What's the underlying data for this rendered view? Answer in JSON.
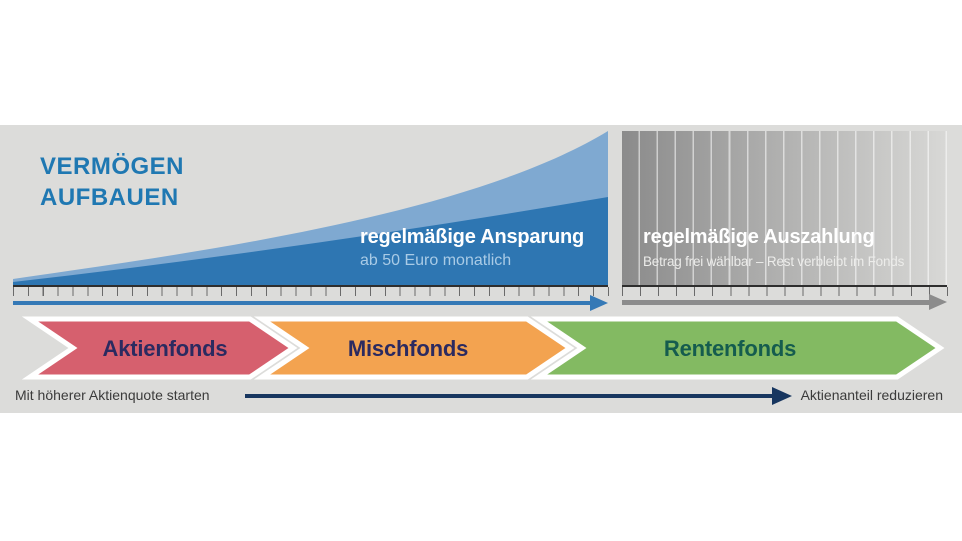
{
  "header": {
    "title_line1": "VERMÖGEN",
    "title_line2": "AUFBAUEN"
  },
  "savings_phase": {
    "label": "regelmäßige Ansparung",
    "sublabel": "ab 50 Euro monatlich"
  },
  "payout_phase": {
    "label": "regelmäßige Auszahlung",
    "sublabel": "Betrag frei wählbar – Rest verbleibt im Fonds"
  },
  "funds": [
    {
      "label": "Aktienfonds",
      "color": "#d6606e"
    },
    {
      "label": "Mischfonds",
      "color": "#f3a350"
    },
    {
      "label": "Rentenfonds",
      "color": "#83ba62"
    }
  ],
  "footer": {
    "left_label": "Mit höherer Aktienquote starten",
    "right_label": "Aktienanteil reduzieren"
  },
  "colors": {
    "panel_background": "#dcdcda",
    "title_blue": "#1f78b2",
    "curve_light_blue": "#7fa9d1",
    "curve_dark_blue": "#2e76b2",
    "savings_sublabel_blue": "#a9cbe6",
    "payout_gradient_start": "#8b8b8b",
    "payout_gradient_end": "#d8d8d6",
    "axis_line": "#2e2e2e",
    "savings_arrow_blue": "#3579b6",
    "payout_arrow_gray": "#8c8c8c",
    "allocation_arrow_navy": "#17365f",
    "fund_text_indigo": "#2b2a60",
    "fund_text_green": "#155c4e"
  }
}
